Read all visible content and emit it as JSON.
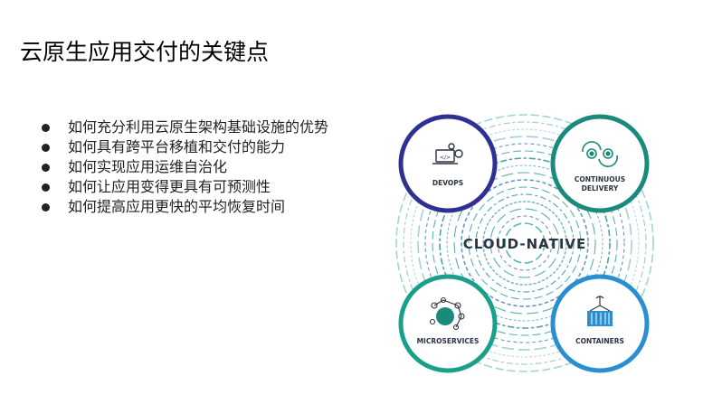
{
  "slide": {
    "title": "云原生应用交付的关键点",
    "bullets": [
      "如何充分利用云原生架构基础设施的优势",
      "如何具有跨平台移植和交付的能力",
      "如何实现应用运维自治化",
      "如何让应用变得更具有可预测性",
      "如何提高应用更快的平均恢复时间"
    ]
  },
  "diagram": {
    "center_label": "CLOUD-NATIVE",
    "nodes": [
      {
        "label": "DEVOPS",
        "icon": "devops-laptop-icon",
        "color": "#2e3192"
      },
      {
        "label": "CONTINUOUS",
        "label2": "DELIVERY",
        "icon": "gears-cycle-icon",
        "color": "#1a8a7a"
      },
      {
        "label": "MICROSERVICES",
        "icon": "microservices-network-icon",
        "color": "#1aa08a"
      },
      {
        "label": "CONTAINERS",
        "icon": "container-crane-icon",
        "color": "#2a8fd0"
      }
    ]
  }
}
